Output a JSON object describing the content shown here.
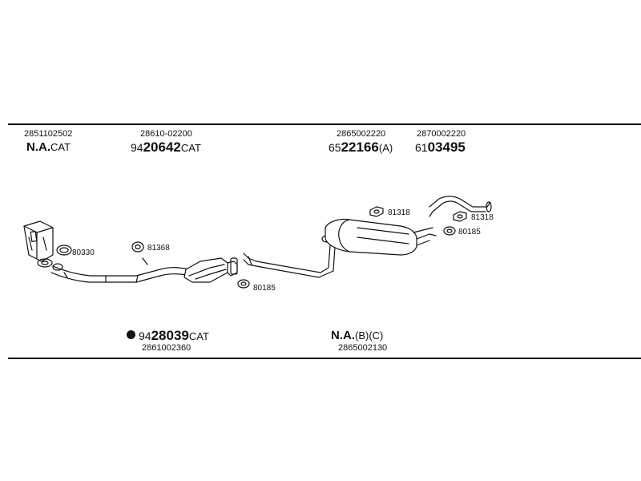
{
  "top_parts": [
    {
      "number": "2851102502",
      "code_na": "N.A.",
      "code_suffix": "CAT"
    },
    {
      "number": "28610-02200",
      "code_lead": "94",
      "code_main": "20642",
      "code_suffix": "CAT"
    },
    {
      "number": "2865002220",
      "code_lead": "65",
      "code_main": "22166",
      "code_suffix": "(A)"
    },
    {
      "number": "2870002220",
      "code_lead": "61",
      "code_main": "03495"
    }
  ],
  "bottom_parts": [
    {
      "number": "2861002360",
      "code_lead": "94",
      "code_main": "28039",
      "code_suffix": "CAT",
      "bullet": true
    },
    {
      "number": "2865002130",
      "code_na": "N.A.",
      "code_suffix": "(B)(C)"
    }
  ],
  "callouts": {
    "c80330": "80330",
    "c81368": "81368",
    "c80185a": "80185",
    "c81318a": "81318",
    "c81318b": "81318",
    "c80185b": "80185"
  }
}
